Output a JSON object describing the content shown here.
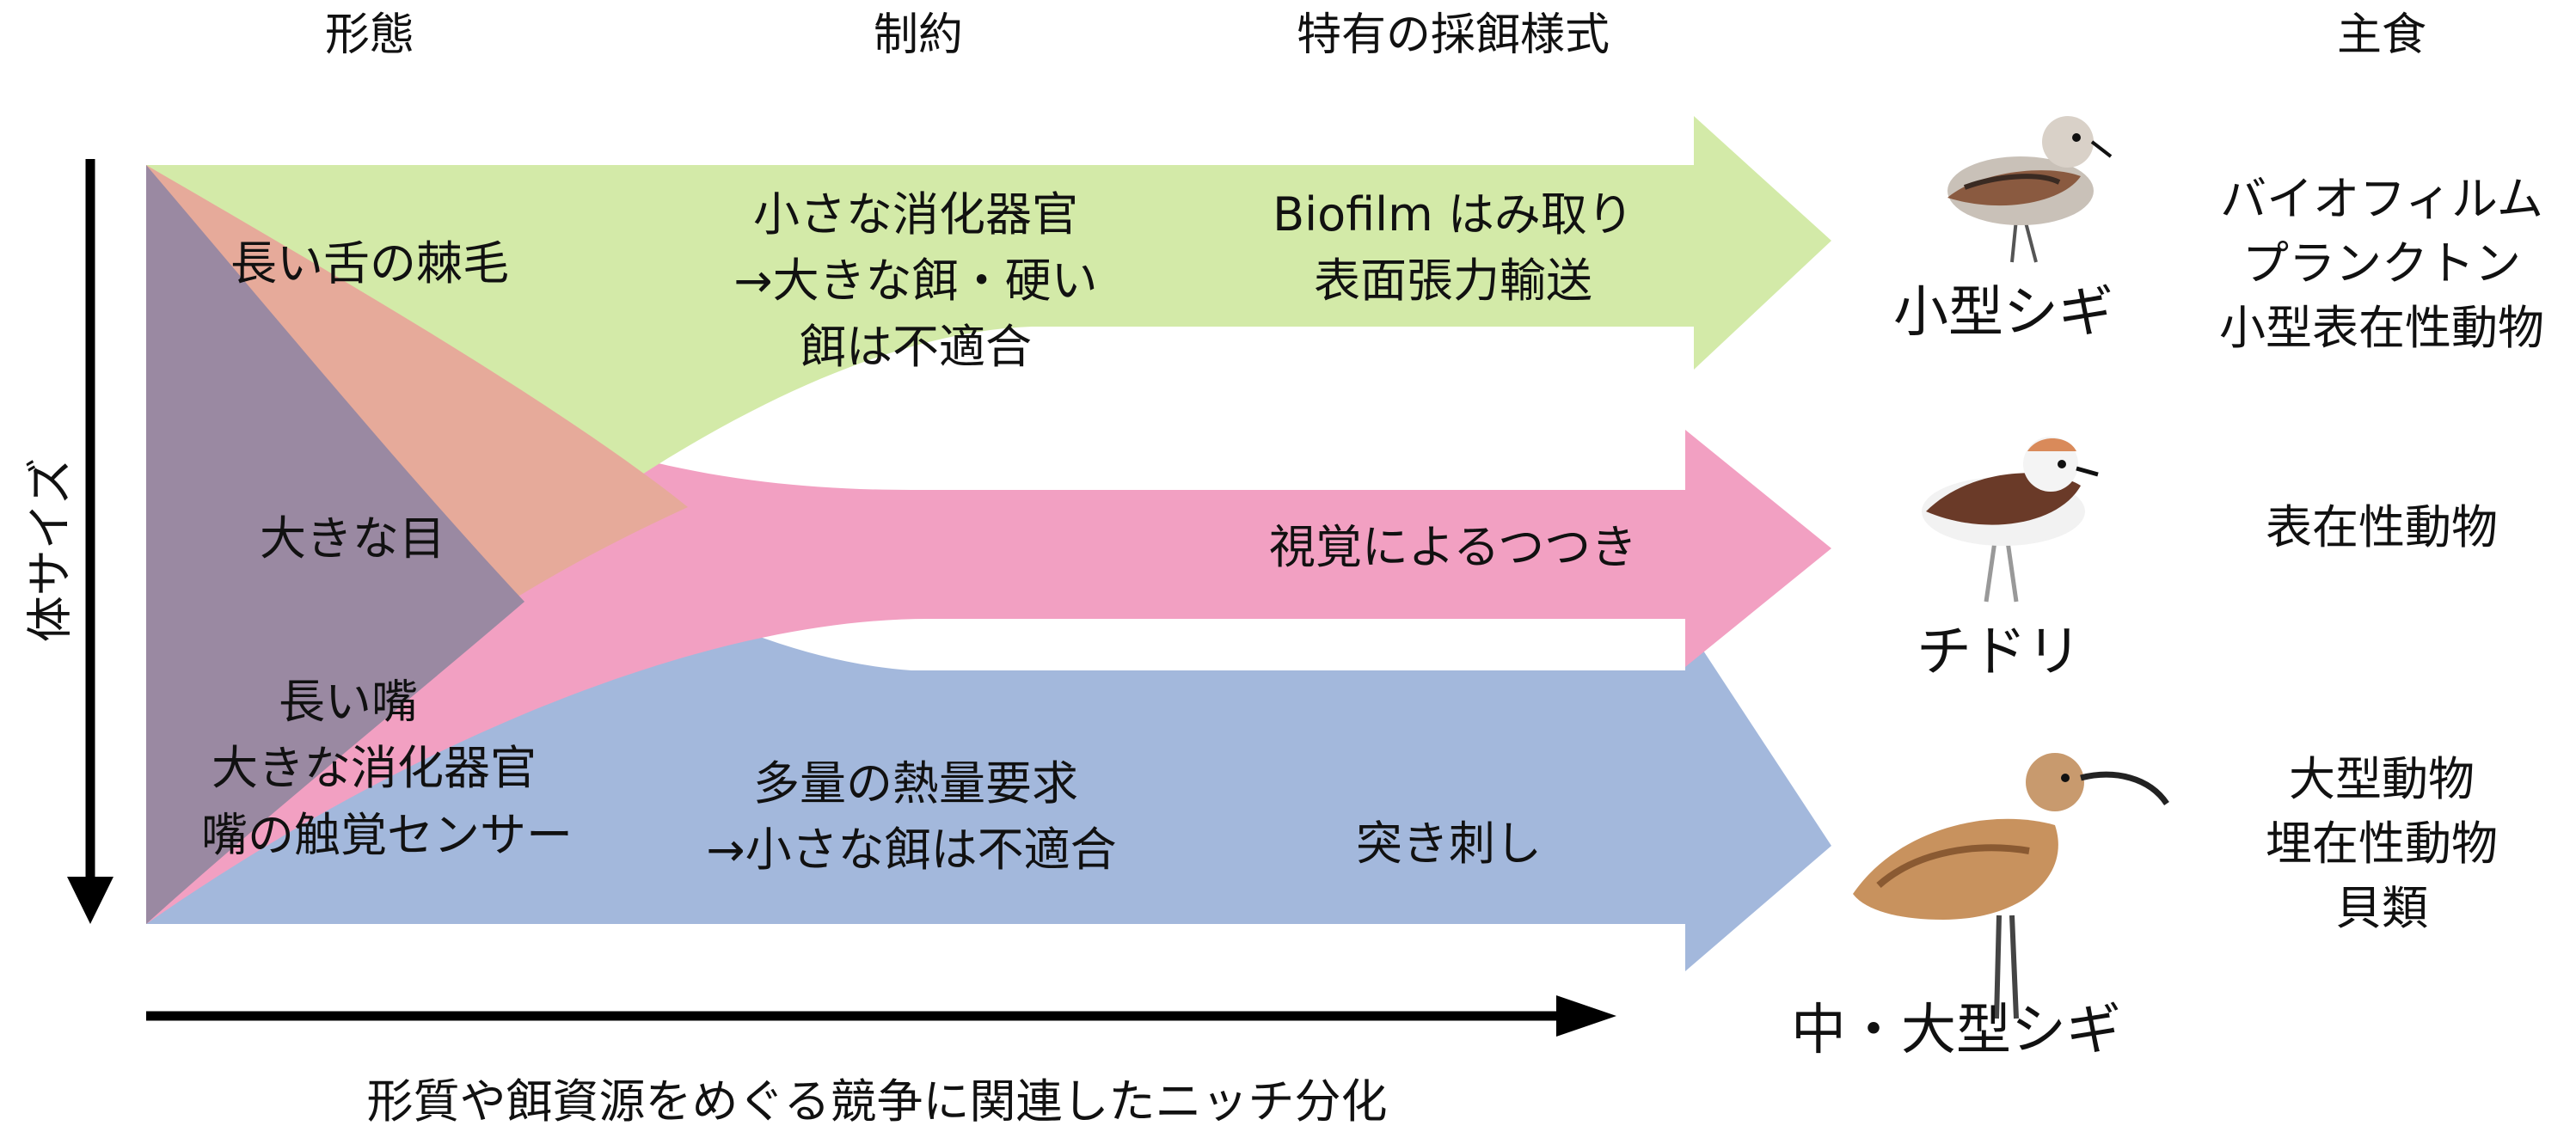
{
  "headers": {
    "morphology": "形態",
    "constraint": "制約",
    "foraging_mode": "特有の採餌様式",
    "main_diet": "主食"
  },
  "axes": {
    "y_label": "体サイズ",
    "x_label": "形質や餌資源をめぐる競争に関連したニッチ分化"
  },
  "morphology": {
    "small": "長い舌の棘毛",
    "mid": "大きな目",
    "large_lines": [
      "長い嘴",
      "大きな消化器官",
      "嘴の触覚センサー"
    ]
  },
  "constraints": {
    "small_lines": [
      "小さな消化器官",
      "→大きな餌・硬い",
      "餌は不適合"
    ],
    "large_lines": [
      "多量の熱量要求",
      "→小さな餌は不適合"
    ]
  },
  "foraging": {
    "small_lines": [
      "Biofilm はみ取り",
      "表面張力輸送"
    ],
    "mid": "視覚によるつつき",
    "large": "突き刺し"
  },
  "birds": {
    "small": "小型シギ",
    "mid": "チドリ",
    "large": "中・大型シギ"
  },
  "diet": {
    "small_lines": [
      "バイオフィルム",
      "プランクトン",
      "小型表在性動物"
    ],
    "mid": "表在性動物",
    "large_lines": [
      "大型動物",
      "埋在性動物",
      "貝類"
    ]
  },
  "colors": {
    "green": "#d3eaa8",
    "pink": "#f2a0c2",
    "blue": "#a3b8dc",
    "purple": "#9a89a2",
    "peach": "#e6aa9a",
    "arrow": "#000000"
  }
}
